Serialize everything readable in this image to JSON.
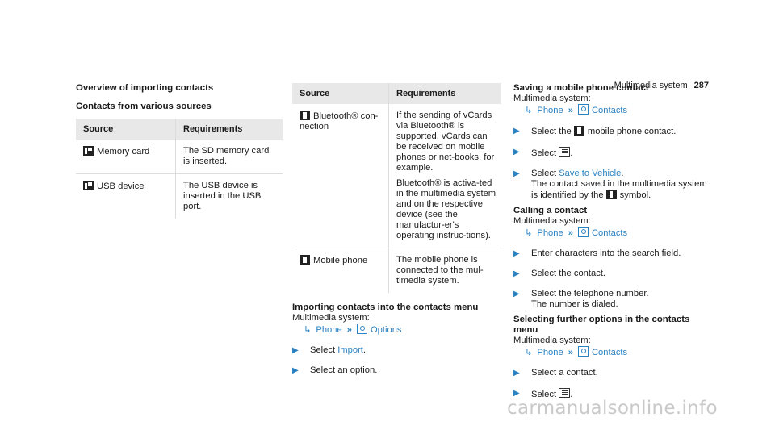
{
  "header": {
    "title": "Multimedia system",
    "page": "287"
  },
  "watermark": "carmanualsonline.info",
  "col1": {
    "heading": "Overview of importing contacts",
    "subheading": "Contacts from various sources",
    "table": {
      "headers": [
        "Source",
        "Requirements"
      ],
      "rows": [
        {
          "source": "Memory card",
          "req": "The SD memory card is inserted."
        },
        {
          "source": "USB device",
          "req": "The USB device is inserted in the USB port."
        }
      ]
    }
  },
  "col2": {
    "table": {
      "headers": [
        "Source",
        "Requirements"
      ],
      "row1_source": "Bluetooth® con-nection",
      "row1_req_a": "If the sending of vCards via Bluetooth® is supported, vCards can be received on mobile phones or net-books, for example.",
      "row1_req_b": "Bluetooth® is activa-ted in the multimedia system and on the respective device (see the manufactur-er's operating instruc-tions).",
      "row2_source": "Mobile phone",
      "row2_req": "The mobile phone is connected to the mul-timedia system."
    },
    "import": {
      "heading": "Importing contacts into the contacts menu",
      "intro": "Multimedia system:",
      "path_a": "Phone",
      "path_b": "Options",
      "step1_pre": "Select ",
      "step1_link": "Import",
      "step1_post": ".",
      "step2": "Select an option."
    }
  },
  "col3": {
    "save": {
      "heading": "Saving a mobile phone contact",
      "intro": "Multimedia system:",
      "path_a": "Phone",
      "path_b": "Contacts",
      "step1_pre": "Select the",
      "step1_post": "mobile phone contact.",
      "step2_pre": "Select",
      "step2_post": ".",
      "step3_pre": "Select ",
      "step3_link": "Save to Vehicle",
      "step3_post": ".",
      "step3_result_pre": "The contact saved in the multimedia system is identified by the",
      "step3_result_post": "symbol."
    },
    "call": {
      "heading": "Calling a contact",
      "intro": "Multimedia system:",
      "path_a": "Phone",
      "path_b": "Contacts",
      "step1": "Enter characters into the search field.",
      "step2": "Select the contact.",
      "step3": "Select the telephone number.",
      "step3_result": "The number is dialed."
    },
    "further": {
      "heading": "Selecting further options in the contacts menu",
      "intro": "Multimedia system:",
      "path_a": "Phone",
      "path_b": "Contacts",
      "step1": "Select a contact.",
      "step2_pre": "Select",
      "step2_post": "."
    }
  }
}
